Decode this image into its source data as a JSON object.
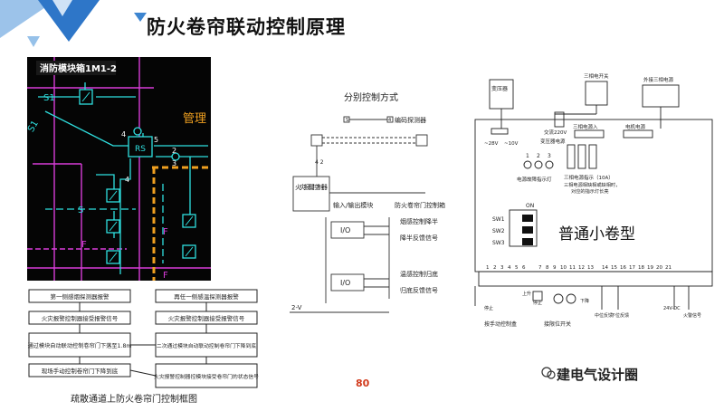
{
  "slide": {
    "title": "防火卷帘联动控制原理",
    "page_number": "80",
    "brand": "建电气设计圈",
    "colors": {
      "accent_blue": "#2e76c8",
      "light_blue": "#8fb9e6",
      "cad_bg": "#050505",
      "cad_cyan": "#2fe0e0",
      "cad_magenta": "#e040e0",
      "cad_orange": "#f0a020"
    }
  },
  "cad": {
    "header": "消防模块箱1M1-2",
    "s1_top": "S1",
    "s1_diag": "S1",
    "s_left": "S",
    "rs": "RS",
    "pipe": "管理",
    "f_left": "F",
    "f_bottom": "F",
    "f_mid": "F",
    "num4": "4",
    "num4b": "4",
    "num5": "5",
    "num2": "2",
    "num3": "3"
  },
  "flow": {
    "caption": "疏散通道上防火卷帘门控制框图",
    "left": [
      "第一侧感烟探测器报警",
      "火灾报警控制器接受报警信号",
      "通过模块自动联动控制卷帘门下落至1.8m",
      "现场手动控制卷帘门下降到底"
    ],
    "right": [
      "再任一侧感温探测器报警",
      "火灾报警控制器接受报警信号",
      "二次通过模块自动联动控制卷帘门下降到底",
      "火灾报警控制器控模块接受卷帘门的状态信号"
    ]
  },
  "control": {
    "title": "分别控制方式",
    "detector": "编码探测器",
    "panel_label": "火灾报警控制器",
    "module": "输入/输出模块",
    "box_title": "防火卷帘门控制箱",
    "io1": "I/O",
    "io2": "I/O",
    "sig1a": "烟感控制降半",
    "sig1b": "降半反馈信号",
    "sig2a": "温感控制归底",
    "sig2b": "归底反馈信号",
    "power": "2-V",
    "wire": "4 2",
    "s_mark": "S",
    "n4": "4"
  },
  "panel": {
    "transformer": "变压器",
    "v28": "~28V",
    "v10": "~10V",
    "ac220": "交流220V",
    "trans_power": "变压器电源",
    "switch_3ph": "三相电开关",
    "ext_3ph": "外接三相电源",
    "three_phase_in": "三相电源入",
    "motor_power": "电机电源",
    "fault_lamp": "电源故障指示灯",
    "breaker": "三相电源指示（10A）",
    "note1": "三相电源相缺相或缺相时，",
    "note2": "对应的指示灯长亮",
    "on": "ON",
    "sw1": "SW1",
    "sw2": "SW2",
    "sw3": "SW3",
    "model": "普通小卷型",
    "term_left": [
      "1",
      "2",
      "3",
      "4",
      "5",
      "6"
    ],
    "term_mid": [
      "7",
      "8",
      "9",
      "10",
      "11",
      "12",
      "13"
    ],
    "term_right": [
      "14",
      "15",
      "16",
      "17",
      "18",
      "19",
      "20",
      "21"
    ],
    "stop": "停止",
    "up": "上升",
    "down": "下降",
    "manual_box": "按手动控制盒",
    "limit_switch": "接限位开关",
    "bottom_labels": [
      "停止",
      "中位反馈",
      "下位反馈",
      "24V-DC",
      "火警信号"
    ],
    "led_nums": [
      "1",
      "2",
      "3"
    ]
  }
}
